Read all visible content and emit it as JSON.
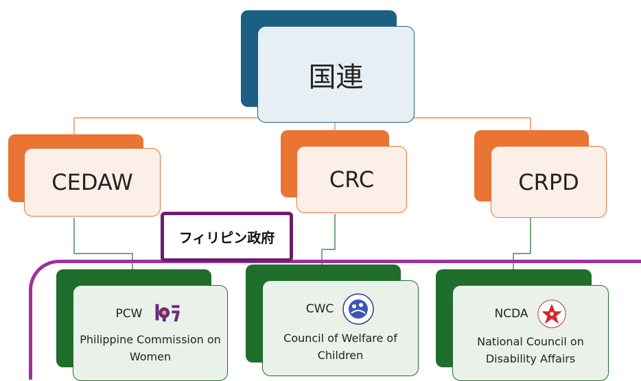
{
  "root": {
    "label": "国連"
  },
  "committees": [
    {
      "label": "CEDAW"
    },
    {
      "label": "CRC"
    },
    {
      "label": "CRPD"
    }
  ],
  "government": {
    "label": "フィリピン政府"
  },
  "agencies": [
    {
      "abbr": "PCW",
      "name": "Philippine Commission on Women",
      "logo": "pcw-logo"
    },
    {
      "abbr": "CWC",
      "name": "Council of Welfare of Children",
      "logo": "cwc-logo"
    },
    {
      "abbr": "NCDA",
      "name": "National Council on Disability Affairs",
      "logo": "ncda-logo"
    }
  ],
  "colors": {
    "root_back": "#1b5f85",
    "root_front": "#e6eff4",
    "committee_back": "#ea7434",
    "committee_front": "#fcefe8",
    "agency_back": "#1f6e2c",
    "agency_front": "#e9f1e9",
    "government_border": "#6b1e6e",
    "frame": "#a0309c"
  }
}
